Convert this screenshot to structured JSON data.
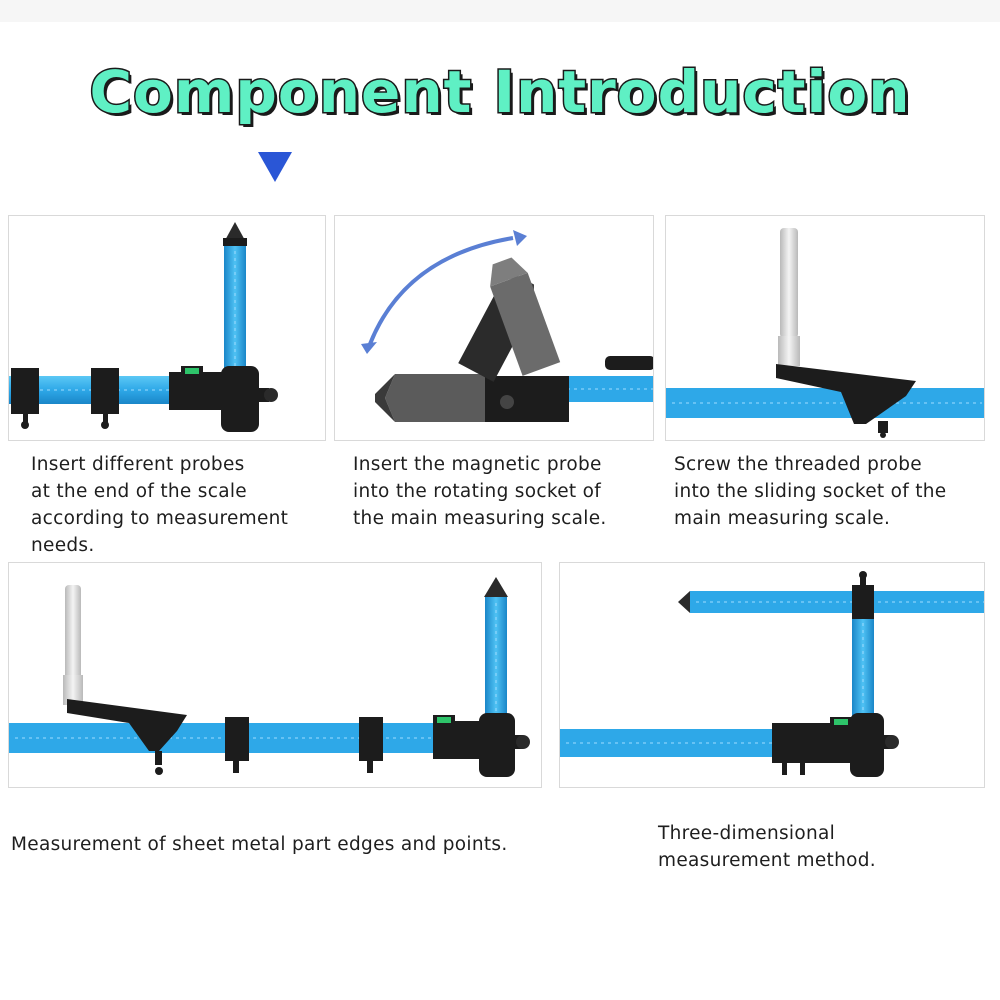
{
  "title": "Component Introduction",
  "captions": {
    "panel1": "Insert different probes\nat the end of the scale\naccording to measurement\nneeds.",
    "panel2": "Insert the magnetic probe\ninto the rotating socket of\nthe main measuring scale.",
    "panel3": "Screw the threaded probe\ninto the sliding socket of the\nmain measuring scale.",
    "panel4": "Measurement of sheet metal part edges and points.",
    "panel5": "Three-dimensional\nmeasurement method."
  },
  "colors": {
    "title_fill": "#5ff0c4",
    "pointer": "#2a56d6",
    "scale_blue": "#2ea8e8",
    "fitting_black": "#1c1c1c"
  },
  "icons": {
    "pointer": "down-triangle-icon"
  }
}
